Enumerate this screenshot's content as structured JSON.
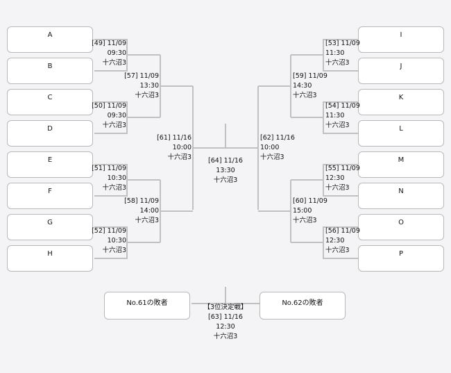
{
  "teams_left": [
    "A",
    "B",
    "C",
    "D",
    "E",
    "F",
    "G",
    "H"
  ],
  "teams_right": [
    "I",
    "J",
    "K",
    "L",
    "M",
    "N",
    "O",
    "P"
  ],
  "matches": {
    "m49": [
      "[49] 11/09",
      "09:30",
      "十六沼3"
    ],
    "m50": [
      "[50] 11/09",
      "09:30",
      "十六沼3"
    ],
    "m51": [
      "[51] 11/09",
      "10:30",
      "十六沼3"
    ],
    "m52": [
      "[52] 11/09",
      "10:30",
      "十六沼3"
    ],
    "m53": [
      "[53] 11/09",
      "11:30",
      "十六沼3"
    ],
    "m54": [
      "[54] 11/09",
      "11:30",
      "十六沼3"
    ],
    "m55": [
      "[55] 11/09",
      "12:30",
      "十六沼3"
    ],
    "m56": [
      "[56] 11/09",
      "12:30",
      "十六沼3"
    ],
    "m57": [
      "[57] 11/09",
      "13:30",
      "十六沼3"
    ],
    "m58": [
      "[58] 11/09",
      "14:00",
      "十六沼3"
    ],
    "m59": [
      "[59] 11/09",
      "14:30",
      "十六沼3"
    ],
    "m60": [
      "[60] 11/09",
      "15:00",
      "十六沼3"
    ],
    "m61": [
      "[61] 11/16",
      "10:00",
      "十六沼3"
    ],
    "m62": [
      "[62] 11/16",
      "10:00",
      "十六沼3"
    ],
    "m64": [
      "[64] 11/16",
      "13:30",
      "十六沼3"
    ],
    "m63": [
      "【3位決定戦】",
      "[63] 11/16",
      "12:30",
      "十六沼3"
    ]
  },
  "third_place": {
    "left": "No.61の敗者",
    "right": "No.62の敗者"
  },
  "colors": {
    "line": "#c0c0c0",
    "background": "#f4f3f5"
  }
}
